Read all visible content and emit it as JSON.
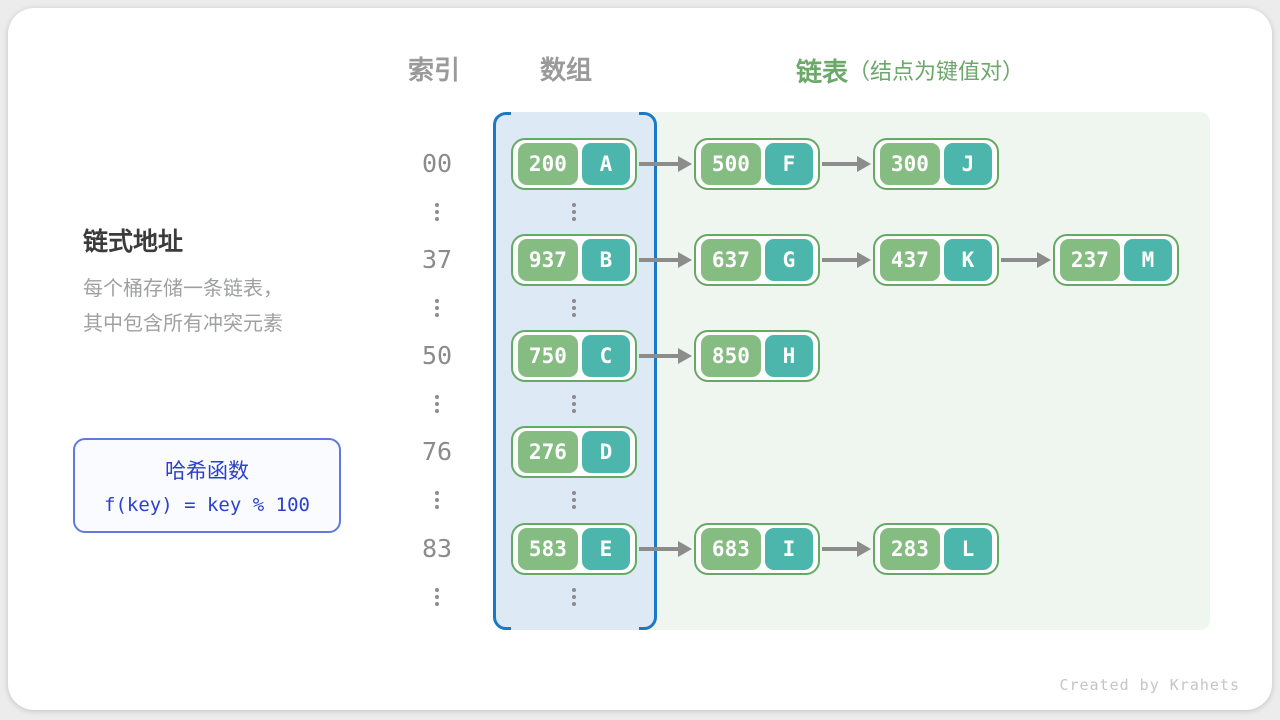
{
  "headers": {
    "index": "索引",
    "array": "数组",
    "list": "链表",
    "list_note": "（结点为键值对）"
  },
  "left_panel": {
    "title": "链式地址",
    "description_line1": "每个桶存储一条链表，",
    "description_line2": "其中包含所有冲突元素"
  },
  "hash_box": {
    "title": "哈希函数",
    "formula": "f(key) = key % 100"
  },
  "rows": [
    {
      "index": "00",
      "bucket": {
        "key": "200",
        "value": "A"
      },
      "chain": [
        {
          "key": "500",
          "value": "F"
        },
        {
          "key": "300",
          "value": "J"
        }
      ]
    },
    {
      "index": "37",
      "bucket": {
        "key": "937",
        "value": "B"
      },
      "chain": [
        {
          "key": "637",
          "value": "G"
        },
        {
          "key": "437",
          "value": "K"
        },
        {
          "key": "237",
          "value": "M"
        }
      ]
    },
    {
      "index": "50",
      "bucket": {
        "key": "750",
        "value": "C"
      },
      "chain": [
        {
          "key": "850",
          "value": "H"
        }
      ]
    },
    {
      "index": "76",
      "bucket": {
        "key": "276",
        "value": "D"
      },
      "chain": []
    },
    {
      "index": "83",
      "bucket": {
        "key": "583",
        "value": "E"
      },
      "chain": [
        {
          "key": "683",
          "value": "I"
        },
        {
          "key": "283",
          "value": "L"
        }
      ]
    }
  ],
  "watermark": "Created by Krahets",
  "colors": {
    "nodeborder": "#66A966",
    "keybg": "#85BC81",
    "valbg": "#4CB6AD",
    "arrayfill": "#DDEAF6",
    "arrayborder": "#1B79C5",
    "listbg": "#EFF5EF",
    "arrow": "#8C8C8C",
    "graytext": "#9FA0A0",
    "indextext": "#8B8B8B",
    "greentext": "#6BA86A",
    "hashborder": "#5C7BDC",
    "hashtext": "#2B41CC",
    "title": "#3B3B3B",
    "watermark": "#C5C5C5"
  }
}
